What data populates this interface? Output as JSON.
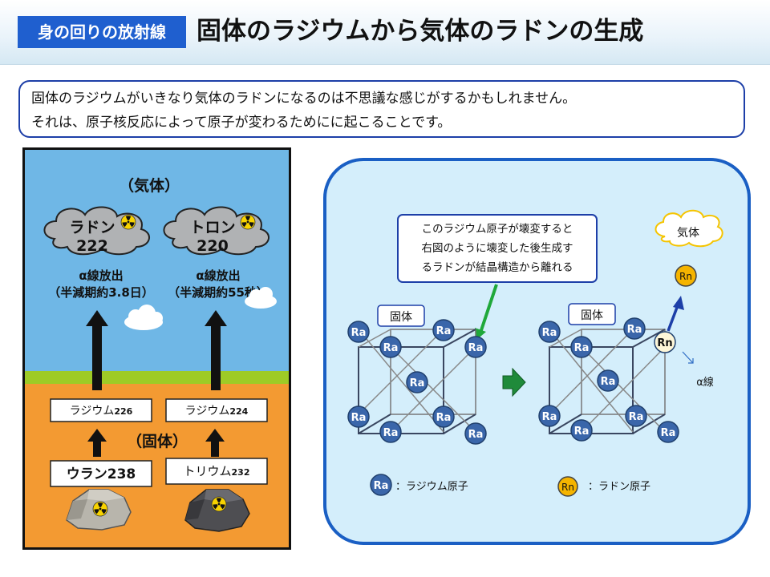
{
  "header": {
    "tag": "身の回りの放射線",
    "title": "固体のラジウムから気体のラドンの生成"
  },
  "intro": {
    "line1": "固体のラジウムがいきなり気体のラドンになるのは不思議な感じがするかもしれません。",
    "line2": "それは、原子核反応によって原子が変わるためにに起こることです。"
  },
  "left": {
    "gas_label": "（気体）",
    "solid_label": "（固体）",
    "radon": {
      "name": "ラドン",
      "number": "222"
    },
    "thoron": {
      "name": "トロン",
      "number": "220"
    },
    "alpha_left": {
      "line1": "α線放出",
      "line2": "（半減期約3.8日）"
    },
    "alpha_right": {
      "line1": "α線放出",
      "line2": "（半減期約55秒）"
    },
    "ra226": {
      "name": "ラジウム",
      "num": "226"
    },
    "ra224": {
      "name": "ラジウム",
      "num": "224"
    },
    "u238": {
      "name": "ウラン",
      "num": "238"
    },
    "th232": {
      "name": "トリウム",
      "num": "232"
    },
    "colors": {
      "sky": "#6fb7e6",
      "grass": "#9ecb26",
      "soil": "#f39a32"
    }
  },
  "right": {
    "callout": {
      "line1": "このラジウム原子が壊変すると",
      "line2": "右図のように壊変した後生成す",
      "line3": "るラドンが結晶構造から離れる"
    },
    "solid_left": "固体",
    "solid_right": "固体",
    "gas": "気体",
    "ra": "Ra",
    "rn": "Rn",
    "alpha": "α線",
    "legend_ra": "：ラジウム原子",
    "legend_rn": "：ラドン原子",
    "colors": {
      "ra_atom": "#3a66aa",
      "rn_atom": "#f5b400",
      "arrow": "#1f8a3a"
    }
  }
}
